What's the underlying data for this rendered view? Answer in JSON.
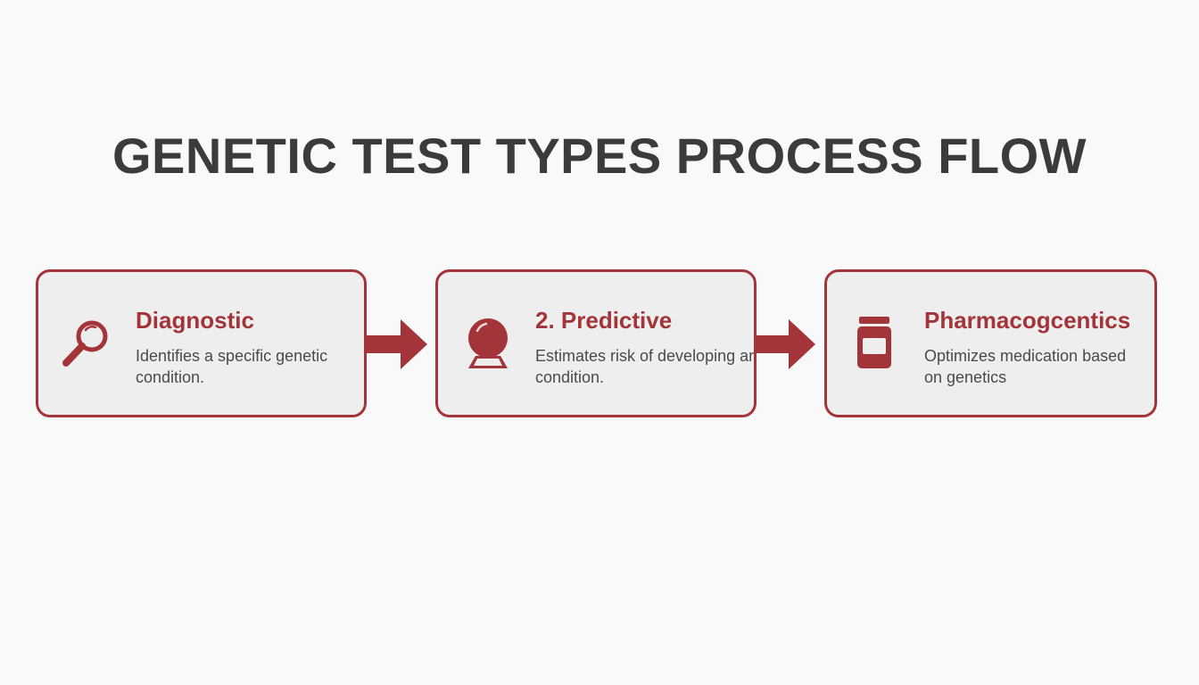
{
  "title": "GENETIC TEST TYPES PROCESS FLOW",
  "colors": {
    "accent": "#a3343a",
    "title_text": "#3b3b3b",
    "body_text": "#4a4a4a",
    "card_background": "#eeeeee",
    "page_background": "#f9f9f9"
  },
  "steps": [
    {
      "title": "Diagnostic",
      "description": "Identifies a specific genetic condition.",
      "icon": "magnifying-glass-icon"
    },
    {
      "title": "2. Predictive",
      "description": "Estimates risk of developing ar condition.",
      "icon": "crystal-ball-icon"
    },
    {
      "title": "Pharmacogcentics",
      "description": "Optimizes medication based on genetics",
      "icon": "medicine-bottle-icon"
    }
  ],
  "connectors": [
    "arrow-icon",
    "arrow-icon"
  ]
}
